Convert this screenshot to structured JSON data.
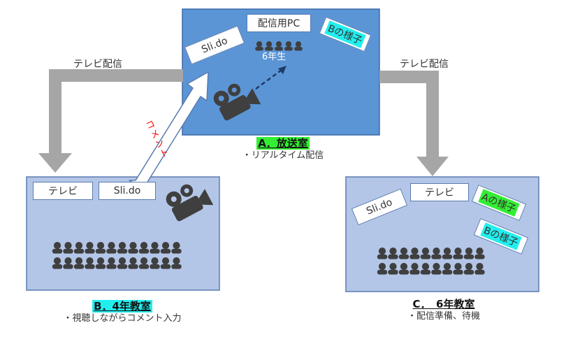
{
  "room_a": {
    "tag_slido": "Sli.do",
    "tag_pc": "配信用PC",
    "tag_b_view": "Bの様子",
    "group_label": "6年生",
    "title": "A．放送室",
    "subtitle": "・リアルタイム配信",
    "title_bg": "#33ee33"
  },
  "room_b": {
    "tag_tv": "テレビ",
    "tag_slido": "Sli.do",
    "title": "B．4年教室",
    "subtitle": "・視聴しながらコメント入力",
    "title_bg": "#22eeee"
  },
  "room_c": {
    "tag_slido": "Sli.do",
    "tag_tv": "テレビ",
    "tag_a_view": "Aの様子",
    "tag_b_view": "Bの様子",
    "title": "C．　6年教室",
    "subtitle": "・配信準備、待機"
  },
  "flows": {
    "tv_left": "テレビ配信",
    "tv_right": "テレビ配信",
    "comment": "コメント"
  },
  "colors": {
    "room_a_fill": "#5b95d6",
    "room_bc_fill": "#b4c6e7",
    "arrow_gray": "#a6a6a6",
    "people": "#3f3f3f",
    "view_green": "#33ee33",
    "view_cyan": "#22eeee",
    "comment_red": "#ff0000"
  }
}
